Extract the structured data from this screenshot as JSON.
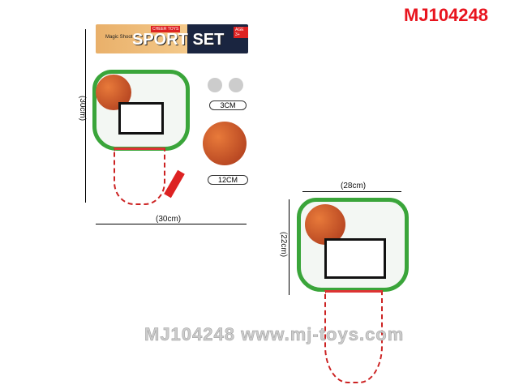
{
  "product_code": "MJ104248",
  "watermark": "MJ104248 www.mj-toys.com",
  "package": {
    "title": "SPORT SET",
    "brand": "CHEER TOYS",
    "subtitle": "Magic Shoot",
    "age": "AGE 3+"
  },
  "dimensions": {
    "package_height": "(30cm)",
    "package_width": "(30cm)",
    "board_width": "(28cm)",
    "board_height": "(22cm)"
  },
  "accessories": {
    "suction_cups_size": "3CM",
    "ball_size": "12CM"
  }
}
